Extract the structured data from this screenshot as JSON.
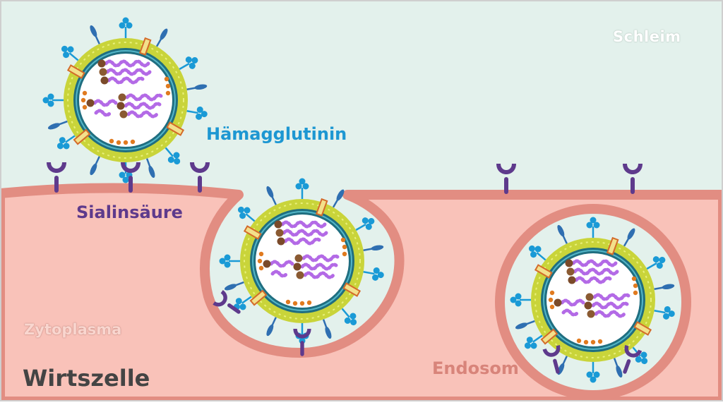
{
  "labels": {
    "mucus": "Schleim",
    "hemagglutinin": "Hämagglutinin",
    "sialic_acid": "Sialinsäure",
    "cytoplasm": "Zytoplasma",
    "host_cell": "Wirtszelle",
    "endosome": "Endosom"
  },
  "colors": {
    "mucus_bg": "#e3f1ec",
    "cytoplasm_bg": "#f9c2b9",
    "membrane": "#e28d82",
    "envelope_yellow": "#cbd53c",
    "matrix_teal": "#1e6d7d",
    "hemagglutinin": "#1a9ad6",
    "neuraminidase": "#2f6fb1",
    "receptor": "#5e3a8c",
    "rna": "#b36ae6",
    "nucleoprotein": "#7a4a2a",
    "orange_dots": "#e07a1f"
  }
}
